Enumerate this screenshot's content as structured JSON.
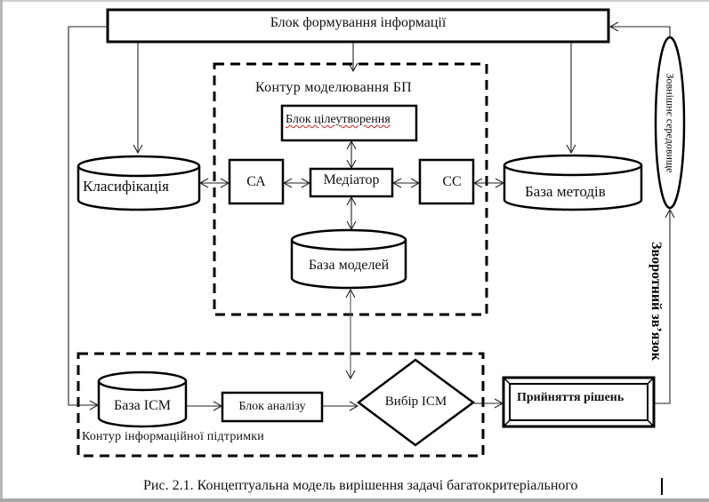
{
  "diagram": {
    "info_block": "Блок формування інформації",
    "modeling_contour": {
      "title": "Контур моделювання БП",
      "goal_block": "Блок цілеутворення",
      "mediator": "Медіатор",
      "ca": "СА",
      "cc": "СС",
      "models_db": "База моделей"
    },
    "classification_db": "Класифікація",
    "methods_db": "База методів",
    "environment": "Зовнішнє середовище",
    "feedback": "Зворотний зв’язок",
    "support_contour": {
      "title": "Контур інформаційної підтримки",
      "icm_db": "База ІСМ",
      "analysis_block": "Блок аналізу",
      "icm_choice": "Вибір ІСМ"
    },
    "decision_block": "Прийняття рішень"
  },
  "caption": "Рис. 2.1. Концептуальна модель вирішення задачі багатокритеріального"
}
